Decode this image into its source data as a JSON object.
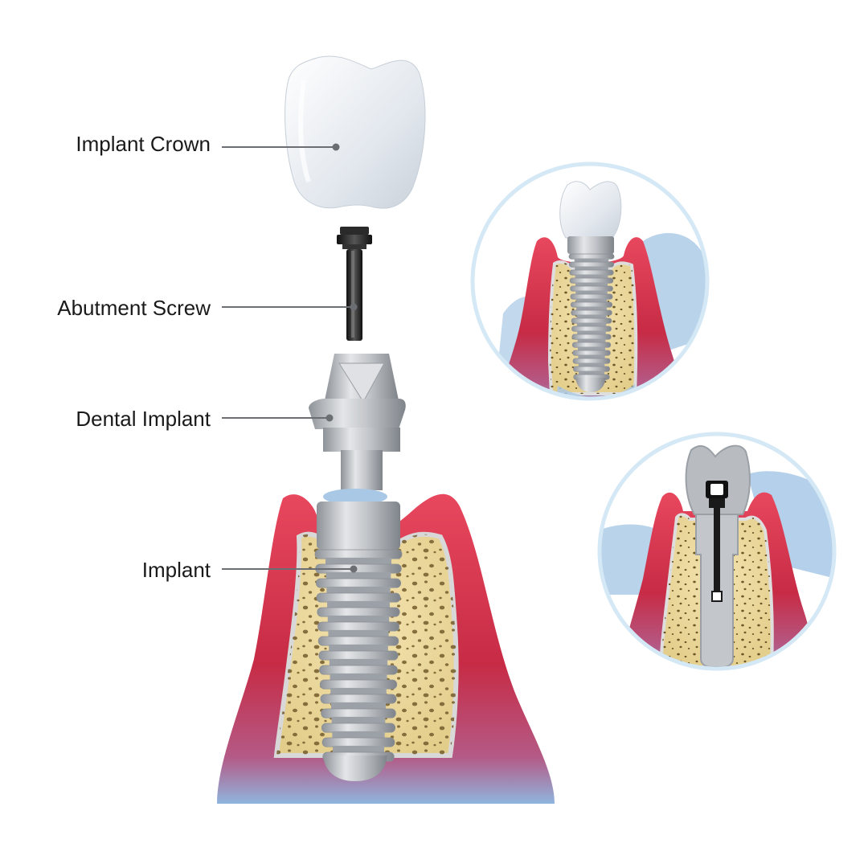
{
  "labels": {
    "crown": "Implant Crown",
    "screw": "Abutment Screw",
    "dental": "Dental Implant",
    "implant": "Implant"
  },
  "colors": {
    "gum": "#d9334a",
    "bone": "#ecd9a0",
    "speckle": "#7a6232",
    "metal": "#b9bdc2",
    "crown": "#e6eaef",
    "screw": "#1c1c1c",
    "tissue": "#a8c8e6",
    "leader": "#6b6f74",
    "circle_ring": "#d4e8f5"
  },
  "icons": {
    "callout_top": "implant-in-gum-icon",
    "callout_bottom": "implant-cross-section-icon"
  }
}
